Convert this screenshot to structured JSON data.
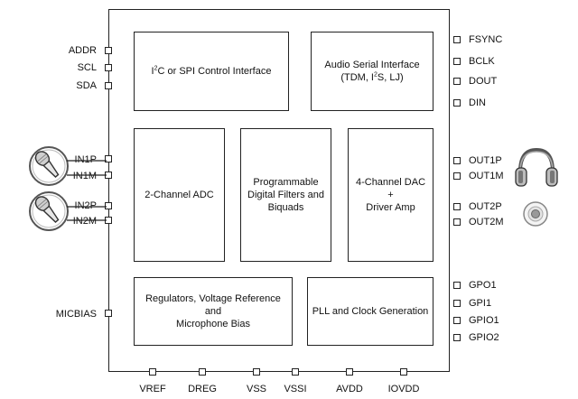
{
  "blocks": {
    "control_interface": {
      "pre": "I",
      "sup": "2",
      "post": "C or SPI Control Interface"
    },
    "audio_serial": {
      "line1": "Audio Serial Interface",
      "line2_pre": "(TDM, I",
      "line2_sup": "2",
      "line2_post": "S, LJ)"
    },
    "adc": "2-Channel ADC",
    "filters": {
      "line1": "Programmable",
      "line2": "Digital Filters and",
      "line3": "Biquads"
    },
    "dac": {
      "line1": "4-Channel DAC +",
      "line2": "Driver Amp"
    },
    "regulators": {
      "line1": "Regulators, Voltage Reference and",
      "line2": "Microphone Bias"
    },
    "pll": "PLL and Clock Generation"
  },
  "pins": {
    "left": [
      "ADDR",
      "SCL",
      "SDA",
      "IN1P",
      "IN1M",
      "IN2P",
      "IN2M",
      "MICBIAS"
    ],
    "right": [
      "FSYNC",
      "BCLK",
      "DOUT",
      "DIN",
      "OUT1P",
      "OUT1M",
      "OUT2P",
      "OUT2M",
      "GPO1",
      "GPI1",
      "GPIO1",
      "GPIO2"
    ],
    "bottom": [
      "VREF",
      "DREG",
      "VSS",
      "VSSI",
      "AVDD",
      "IOVDD"
    ]
  },
  "icons": {
    "mic1": "microphone-icon",
    "mic2": "microphone-icon",
    "headphones": "headphones-icon",
    "speaker": "speaker-icon"
  }
}
